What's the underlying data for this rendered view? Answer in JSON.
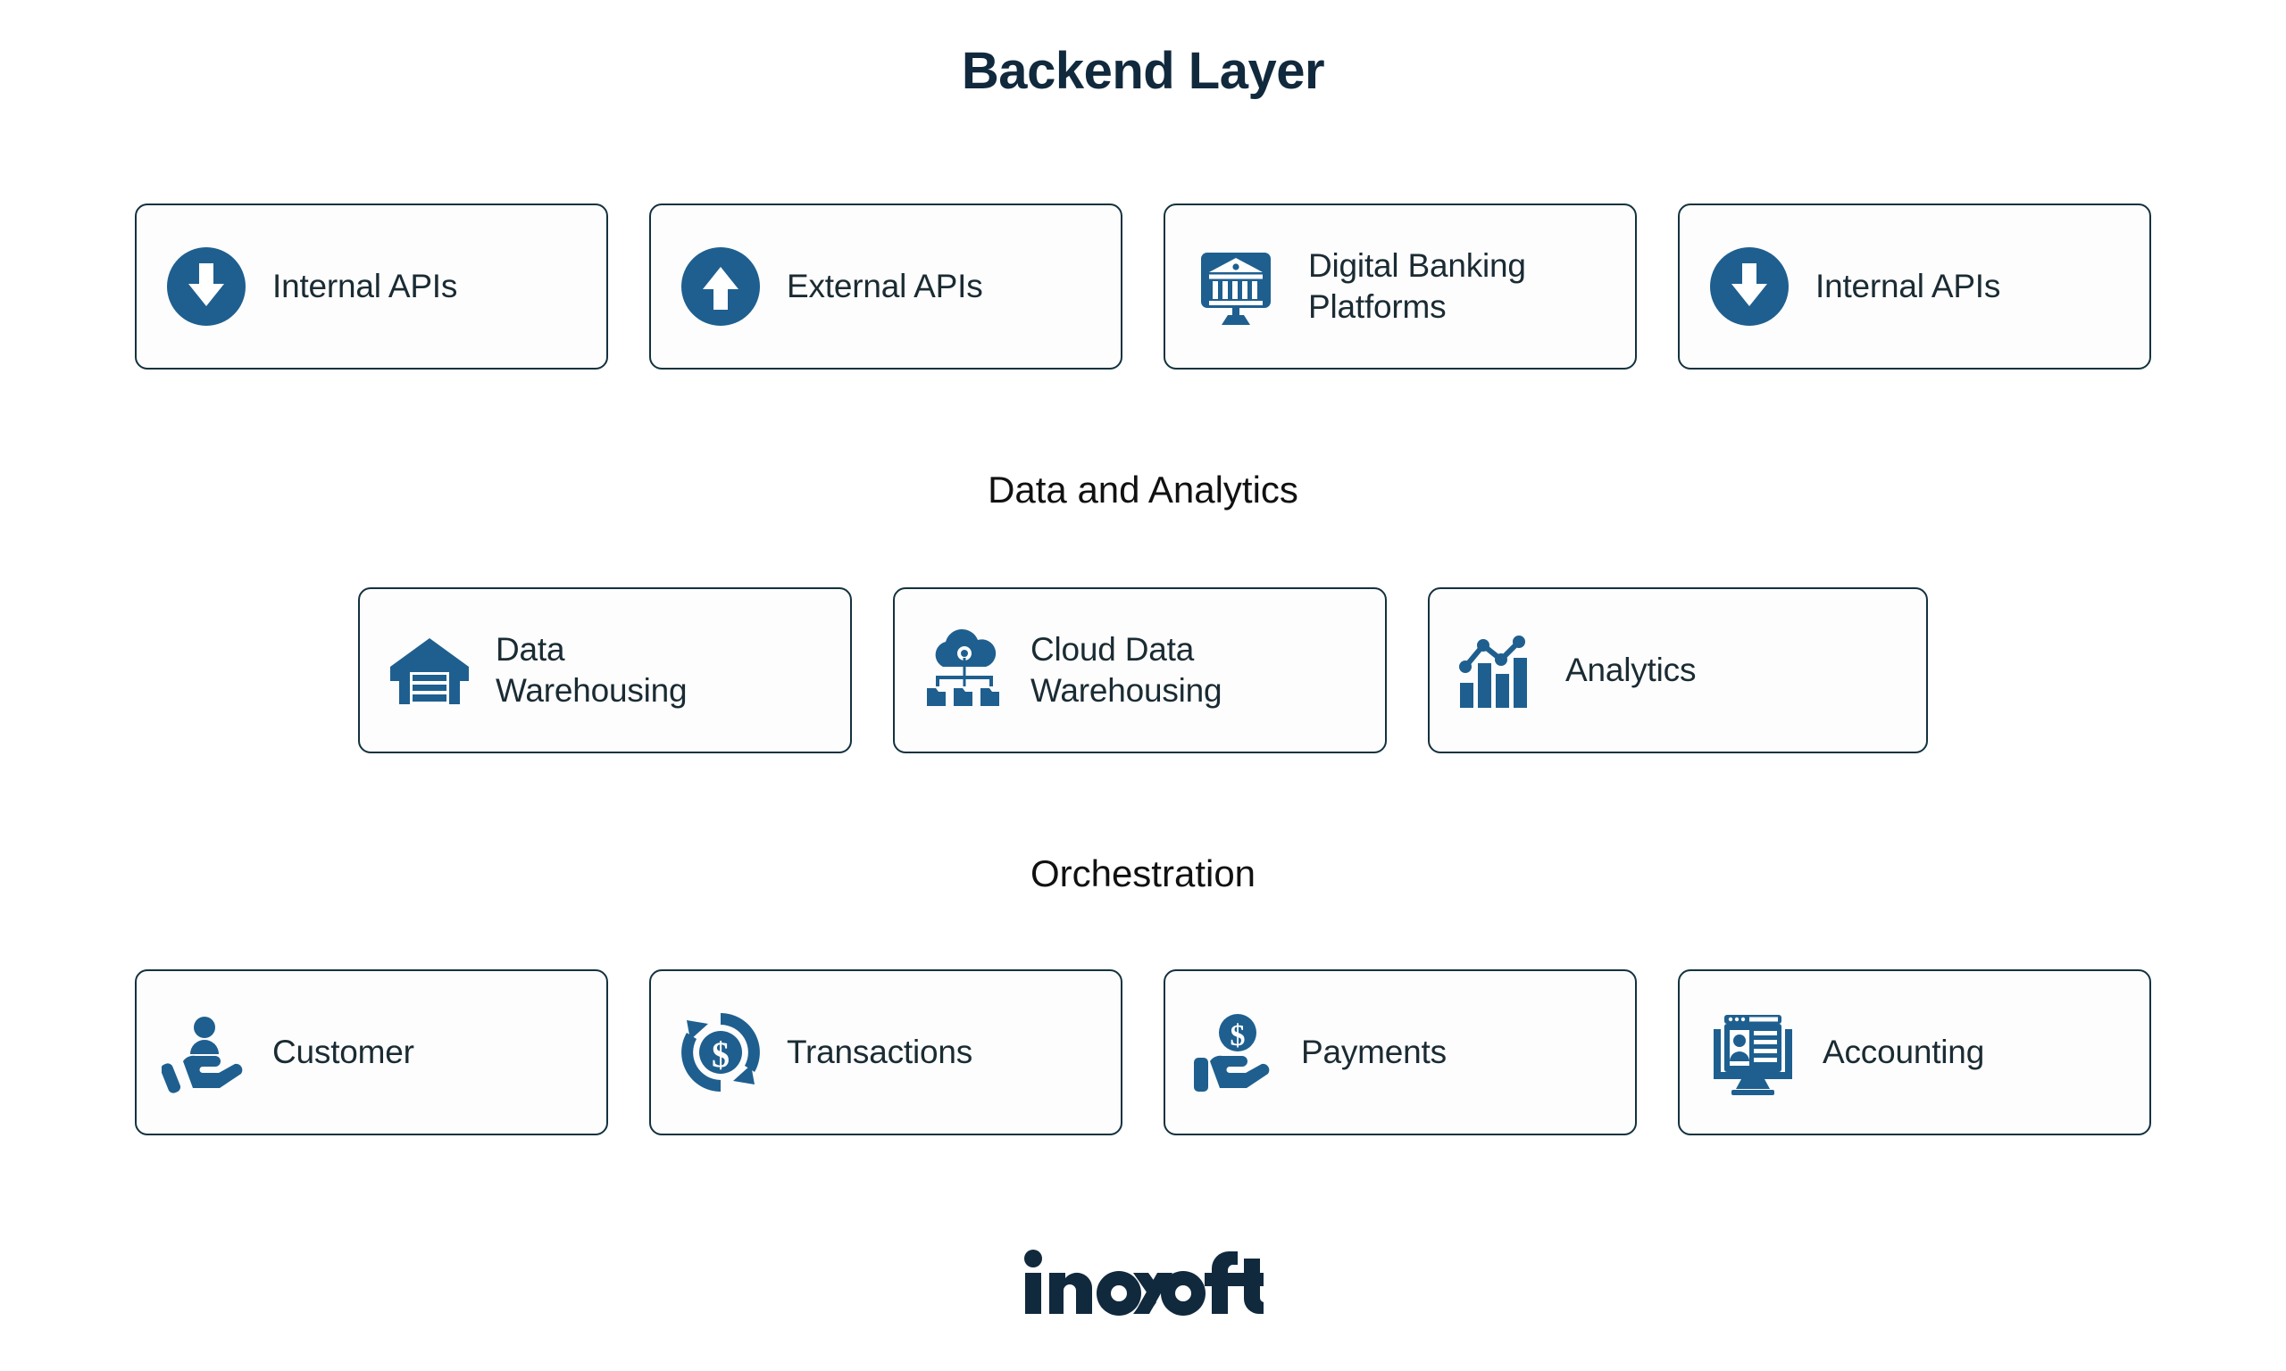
{
  "title": "Backend Layer",
  "colors": {
    "icon_blue": "#1e5f8f",
    "card_border": "#13323f",
    "title_navy": "#11293d",
    "label_text": "#1a2b33",
    "heading_text": "#111111",
    "background": "#ffffff"
  },
  "sections": [
    {
      "id": "backend",
      "heading": "",
      "cards": [
        {
          "label": "Internal APIs",
          "icon": "arrow-down-circle-icon"
        },
        {
          "label": "External APIs",
          "icon": "arrow-up-circle-icon"
        },
        {
          "label": "Digital Banking Platforms",
          "icon": "bank-monitor-icon"
        },
        {
          "label": "Internal APIs",
          "icon": "arrow-down-circle-icon"
        }
      ]
    },
    {
      "id": "data-analytics",
      "heading": "Data and Analytics",
      "cards": [
        {
          "label": "Data Warehousing",
          "icon": "warehouse-icon"
        },
        {
          "label": "Cloud Data Warehousing",
          "icon": "cloud-folders-icon"
        },
        {
          "label": "Analytics",
          "icon": "bar-chart-line-icon"
        }
      ]
    },
    {
      "id": "orchestration",
      "heading": "Orchestration",
      "cards": [
        {
          "label": "Customer",
          "icon": "hand-person-icon"
        },
        {
          "label": "Transactions",
          "icon": "refresh-coin-icon"
        },
        {
          "label": "Payments",
          "icon": "hand-coin-icon"
        },
        {
          "label": "Accounting",
          "icon": "monitor-profile-icon"
        }
      ]
    }
  ],
  "footer": {
    "logo": "inoxoft"
  }
}
